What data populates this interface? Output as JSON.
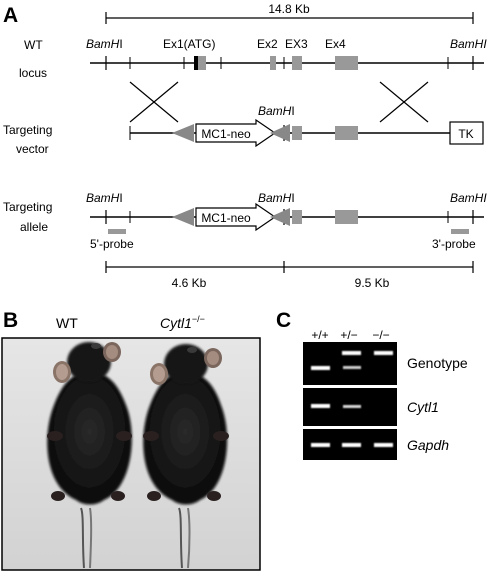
{
  "panels": {
    "a": "A",
    "b": "B",
    "c": "C"
  },
  "panel_a": {
    "total_length": "14.8 Kb",
    "rows": {
      "wt_line1": "WT",
      "wt_line2": "locus",
      "tv_line1": "Targeting",
      "tv_line2": "vector",
      "ta_line1": "Targeting",
      "ta_line2": "allele"
    },
    "bamhi_italic": "BamH",
    "bamhi_tail": "I",
    "bamhi_full_italic": "BamHI",
    "exons": {
      "ex1": "Ex1(ATG)",
      "ex2": "Ex2",
      "ex3": "EX3",
      "ex4": "Ex4"
    },
    "cassette": "MC1-neo",
    "tk": "TK",
    "probe_5": "5'-probe",
    "probe_3": "3'-probe",
    "frag_left": "4.6 Kb",
    "frag_right": "9.5 Kb"
  },
  "panel_b": {
    "label_wt": "WT",
    "label_ko_gene": "Cytl1",
    "label_ko_super": "−/−"
  },
  "panel_c": {
    "lanes": [
      "+/+",
      "+/−",
      "−/−"
    ],
    "rows": [
      "Genotype",
      "Cytl1",
      "Gapdh"
    ]
  },
  "colors": {
    "exon_gray": "#999999",
    "lox_gray": "#888888",
    "gel_background": "#000000",
    "band": "#ffffff"
  }
}
